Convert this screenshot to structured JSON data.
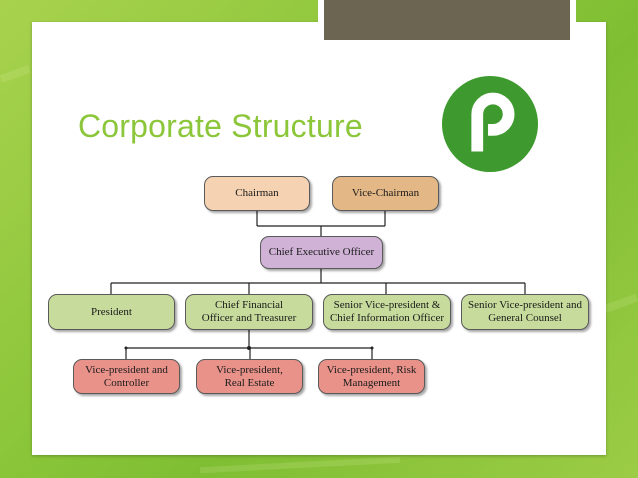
{
  "slide": {
    "title": "Corporate Structure"
  },
  "colors": {
    "background": "#8cc63a",
    "title": "#8cc63a",
    "logo": "#3e9a2f",
    "top_panel": "#6b6552",
    "chair_box": "#f4d2b2",
    "vice_chair_box": "#e3b886",
    "ceo_box": "#cfb2d6",
    "officer_box": "#c7dc9c",
    "vp_box": "#e9928a"
  },
  "logo": {
    "icon": "publix-p-logo"
  },
  "org_chart": {
    "board": [
      {
        "label": "Chairman"
      },
      {
        "label": "Vice-Chairman"
      }
    ],
    "ceo": {
      "label": "Chief Executive Officer"
    },
    "officers": [
      {
        "line1": "President",
        "line2": ""
      },
      {
        "line1": "Chief Financial",
        "line2": "Officer and Treasurer"
      },
      {
        "line1": "Senior Vice-president &",
        "line2": "Chief Information Officer"
      },
      {
        "line1": "Senior Vice-president and",
        "line2": "General Counsel"
      }
    ],
    "vice_presidents": [
      {
        "line1": "Vice-president and",
        "line2": "Controller"
      },
      {
        "line1": "Vice-president,",
        "line2": "Real Estate"
      },
      {
        "line1": "Vice-president, Risk",
        "line2": "Management"
      }
    ]
  }
}
